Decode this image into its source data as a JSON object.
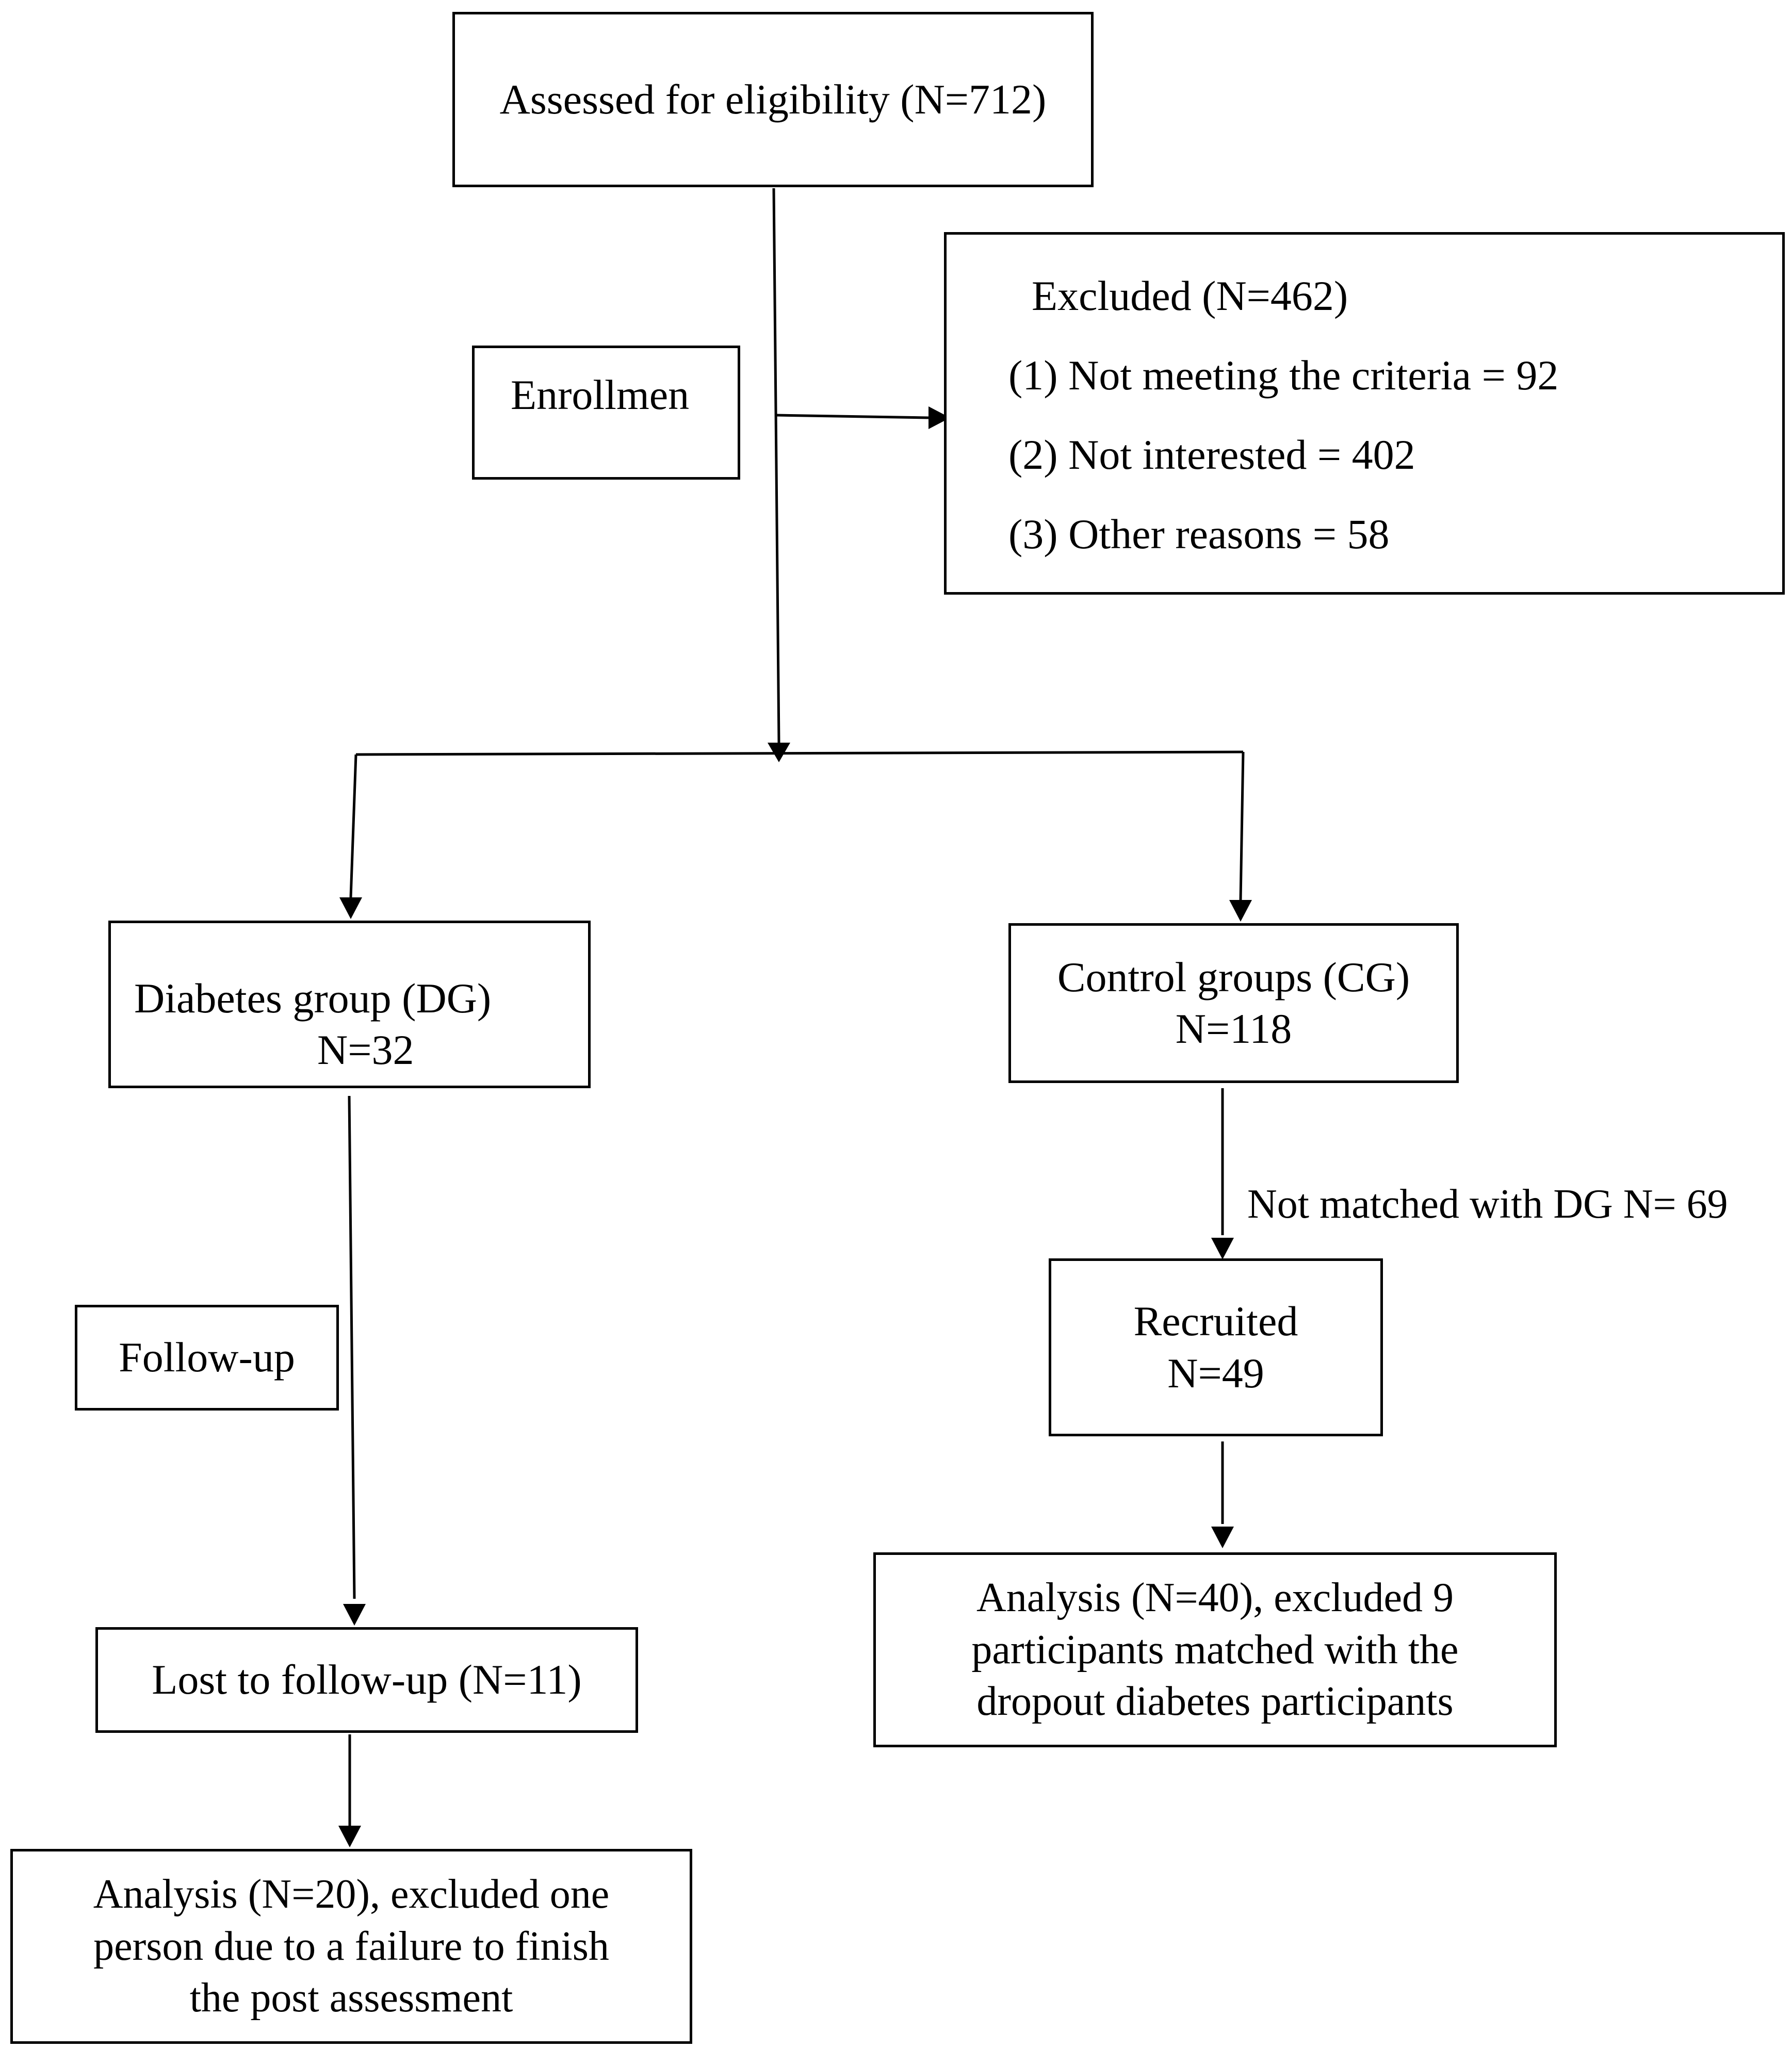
{
  "nodes": {
    "assessed": {
      "text": "Assessed for eligibility (N=712)"
    },
    "enrollment": {
      "text": "Enrollmen"
    },
    "excluded": {
      "title": "Excluded (N=462)",
      "items": [
        "(1) Not meeting the criteria = 92",
        "(2) Not interested = 402",
        "(3) Other reasons = 58"
      ]
    },
    "diabetes": {
      "line1": "Diabetes group (DG)",
      "line2": "N=32"
    },
    "control": {
      "line1": "Control groups (CG)",
      "line2": "N=118"
    },
    "recruited": {
      "line1": "Recruited",
      "line2": "N=49"
    },
    "followup": {
      "text": "Follow-up"
    },
    "lost": {
      "text": "Lost to follow-up (N=11)"
    },
    "analysis_dg": {
      "lines": [
        "Analysis (N=20), excluded one",
        "person due to a failure to finish",
        "the post assessment"
      ]
    },
    "analysis_cg": {
      "lines": [
        "Analysis (N=40), excluded 9",
        "participants matched with the",
        "dropout diabetes participants"
      ]
    }
  },
  "edge_labels": {
    "not_matched": "Not matched with DG N= 69"
  }
}
